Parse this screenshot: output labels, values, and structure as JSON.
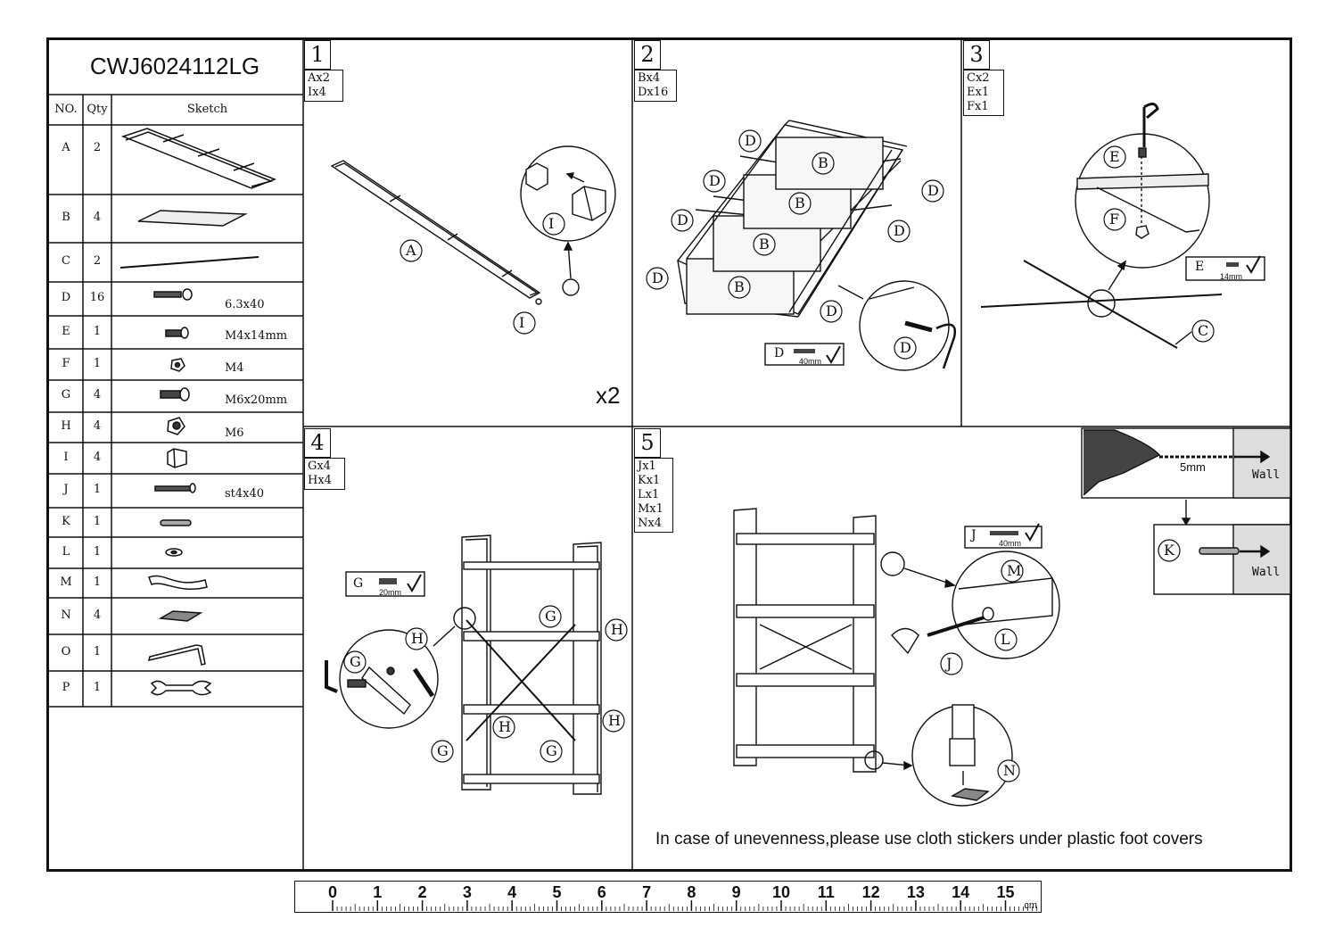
{
  "model": "CWJ6024112LG",
  "parts_header": {
    "no": "NO.",
    "qty": "Qty",
    "sketch": "Sketch"
  },
  "parts": [
    {
      "no": "A",
      "qty": "2",
      "spec": ""
    },
    {
      "no": "B",
      "qty": "4",
      "spec": ""
    },
    {
      "no": "C",
      "qty": "2",
      "spec": ""
    },
    {
      "no": "D",
      "qty": "16",
      "spec": "6.3x40"
    },
    {
      "no": "E",
      "qty": "1",
      "spec": "M4x14mm"
    },
    {
      "no": "F",
      "qty": "1",
      "spec": "M4"
    },
    {
      "no": "G",
      "qty": "4",
      "spec": "M6x20mm"
    },
    {
      "no": "H",
      "qty": "4",
      "spec": "M6"
    },
    {
      "no": "I",
      "qty": "4",
      "spec": ""
    },
    {
      "no": "J",
      "qty": "1",
      "spec": "st4x40"
    },
    {
      "no": "K",
      "qty": "1",
      "spec": ""
    },
    {
      "no": "L",
      "qty": "1",
      "spec": ""
    },
    {
      "no": "M",
      "qty": "1",
      "spec": ""
    },
    {
      "no": "N",
      "qty": "4",
      "spec": ""
    },
    {
      "no": "O",
      "qty": "1",
      "spec": ""
    },
    {
      "no": "P",
      "qty": "1",
      "spec": ""
    }
  ],
  "steps": [
    {
      "num": "1",
      "items": [
        "Ax2",
        "Ix4"
      ],
      "multiplier": "x2"
    },
    {
      "num": "2",
      "items": [
        "Bx4",
        "Dx16"
      ],
      "check_letter": "D",
      "check_size": "40mm"
    },
    {
      "num": "3",
      "items": [
        "Cx2",
        "Ex1",
        "Fx1"
      ],
      "check_letter": "E",
      "check_size": "14mm"
    },
    {
      "num": "4",
      "items": [
        "Gx4",
        "Hx4"
      ],
      "check_letter": "G",
      "check_size": "20mm"
    },
    {
      "num": "5",
      "items": [
        "Jx1",
        "Kx1",
        "Lx1",
        "Mx1",
        "Nx4"
      ],
      "check_letter": "J",
      "check_size": "40mm",
      "drill": "5mm",
      "wall": "Wall",
      "anchor_label": "K"
    }
  ],
  "labels": {
    "A": "A",
    "B": "B",
    "C": "C",
    "D": "D",
    "E": "E",
    "F": "F",
    "G": "G",
    "H": "H",
    "I": "I",
    "J": "J",
    "K": "K",
    "L": "L",
    "M": "M",
    "N": "N"
  },
  "note": "In case of unevenness,please use cloth stickers under plastic foot covers",
  "ruler": {
    "marks": [
      "0",
      "1",
      "2",
      "3",
      "4",
      "5",
      "6",
      "7",
      "8",
      "9",
      "10",
      "11",
      "12",
      "13",
      "14",
      "15"
    ],
    "unit": "cm"
  }
}
